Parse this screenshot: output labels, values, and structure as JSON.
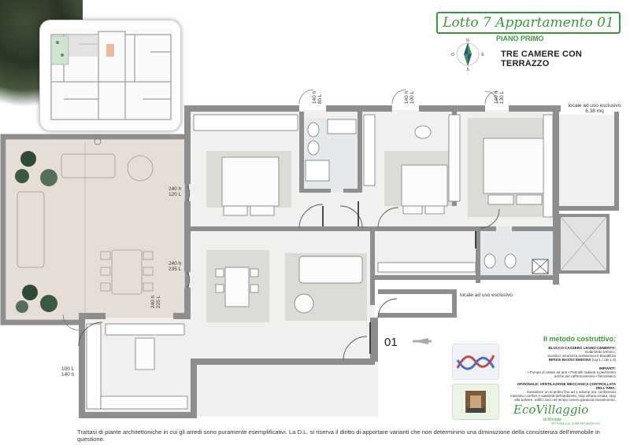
{
  "title": "Lotto 7 Appartamento 01",
  "floor": "PIANO PRIMO",
  "apartment_type": "TRE CAMERE CON  TERRAZZO",
  "compass_north": "N",
  "compass_south": "S",
  "compass_west": "O",
  "compass_east": "E",
  "window_labels": [
    {
      "h": "140 h",
      "l": "80 L"
    },
    {
      "h": "140 h",
      "l": "100 L"
    },
    {
      "h": "140 h",
      "l": "130 L"
    },
    {
      "h": "240 h",
      "l": "120 L"
    },
    {
      "h": "240 h",
      "l": "235 L"
    },
    {
      "h": "240 h",
      "l": "225 L"
    },
    {
      "h": "140 h",
      "l": "100 L"
    }
  ],
  "storage_label_1_line1": "locale ad uso esclusivo",
  "storage_label_1_line2": "6.38 mq",
  "storage_label_2": "locale ad uso esclusivo",
  "unit_number": "01",
  "method": {
    "title": "Il metodo costruttivo:",
    "block1_title": "BLOCCO CASSERO LEGNO-CEMENTO:",
    "block1_lines": [
      "Isolamento termico,",
      "acustico, sicurezza antisismica e Bioedilizia"
    ],
    "block2_title": "INFISSI BASSO EMISSIVI",
    "block2_text": "(Ug 1 / Uw 1.3)",
    "block3_title": "IMPIANTI:",
    "block3_lines": [
      "• Pompa di calore ad aria • Pannelli radianti a pavimento",
      "anche per raffrescamento • fotovoltaico"
    ],
    "block4_title": "OPZIONALE: VENTILAZIONE MECCANICA CONTROLLATA DELL'ARIA:",
    "block4_lines": [
      "Garantisce un ricambio fino ad 1 volume ora, conferendo",
      "massimo comfort e salubrità dell'ambiente, stop all'aria viziata, stop",
      "alla polvere, edifici sani nel tempo ovvero garanzia investimento."
    ]
  },
  "logo": {
    "name": "EcoVillaggio",
    "sub": "di Montale",
    "tag": "FATTI BELLI AL COMFORT ABITATIVO"
  },
  "footer": "Trattasi di piante architettoniche in cui gli arredi sono puramente esemplificativi.  La D.L. si riserva il diritto di apportare varianti  che non determinino una diminuzione della consistenza dell'immobile in questione.",
  "colors": {
    "accent_green": "#3a9a3a",
    "wall_gray": "#8e8e8e",
    "terrace": "#e6ddd6",
    "compass_blue": "#2a4fa0",
    "compass_green": "#3e9a3e"
  }
}
